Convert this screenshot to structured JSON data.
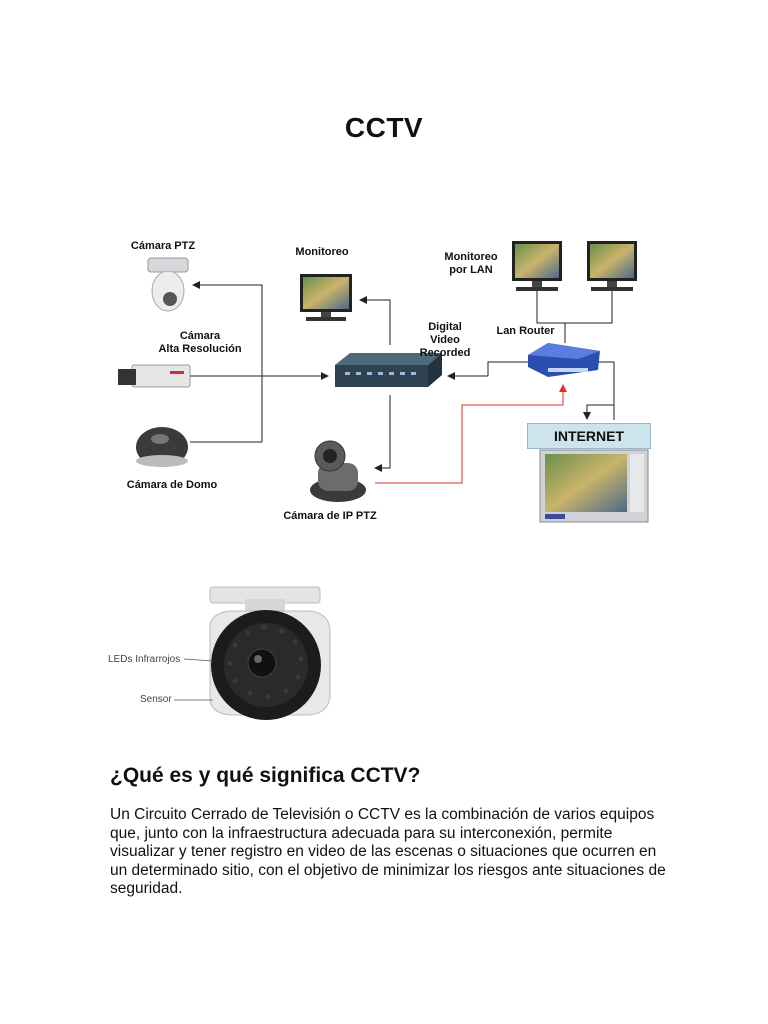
{
  "page": {
    "title": "CCTV"
  },
  "diagram": {
    "labels": {
      "ptz_camera": "Cámara PTZ",
      "high_res_camera": "Cámara\nAlta Resolución",
      "dome_camera": "Cámara de Domo",
      "monitoring": "Monitoreo",
      "dvr": "Digital\nVideo\nRecorded",
      "lan_monitoring": "Monitoreo\npor LAN",
      "lan_router": "Lan Router",
      "internet": "INTERNET",
      "ip_ptz_camera": "Cámara de IP PTZ"
    },
    "colors": {
      "connection": "#222222",
      "internet_link": "#e03030",
      "internet_box": "#cde3ee",
      "router": "#2a4fb0"
    }
  },
  "camera_photo": {
    "labels": {
      "infrared_leds": "LEDs Infrarrojos",
      "sensor": "Sensor"
    }
  },
  "section": {
    "heading": "¿Qué es y qué significa CCTV?",
    "paragraph": "Un Circuito Cerrado de Televisión o CCTV es la combinación de varios equipos que, junto con la infraestructura adecuada para su interconexión, permite visualizar y tener registro en video de las escenas o situaciones que ocurren en un determinado sitio, con el objetivo de minimizar los riesgos ante situaciones de seguridad."
  }
}
